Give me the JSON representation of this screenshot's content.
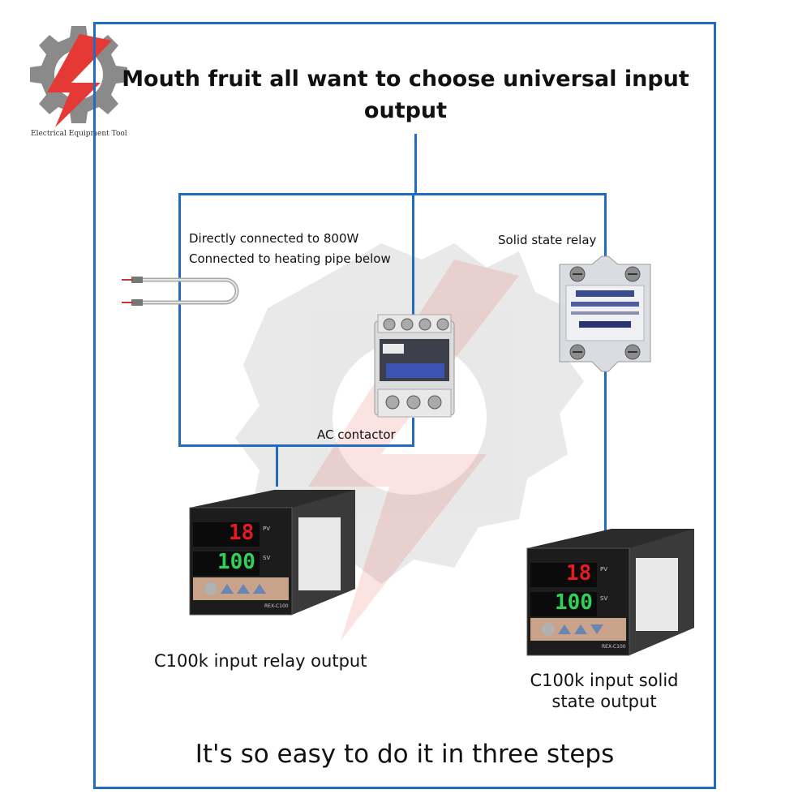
{
  "logo": {
    "text": "Electrical Equipment Tool",
    "icon": "gear-bolt-logo"
  },
  "title": "Mouth fruit all want to choose universal input output",
  "heater_caption": [
    "Directly connected to 800W",
    "Connected to heating pipe below"
  ],
  "ssr_caption": "Solid state relay",
  "contactor_caption": "AC contactor",
  "controller_left": {
    "label": "C100k input relay output",
    "pv": "18",
    "sv": "100",
    "pv_tag": "PV",
    "sv_tag": "SV",
    "brand": "REX-C100"
  },
  "controller_right": {
    "label_line1": "C100k input solid",
    "label_line2": "state output",
    "pv": "18",
    "sv": "100",
    "pv_tag": "PV",
    "sv_tag": "SV",
    "brand": "REX-C100"
  },
  "footer": "It's so easy to do it in three steps",
  "colors": {
    "wire": "#1f6cc2",
    "pv_led": "#e31b23",
    "sv_led": "#2fd156",
    "watermark": "#e53935"
  }
}
